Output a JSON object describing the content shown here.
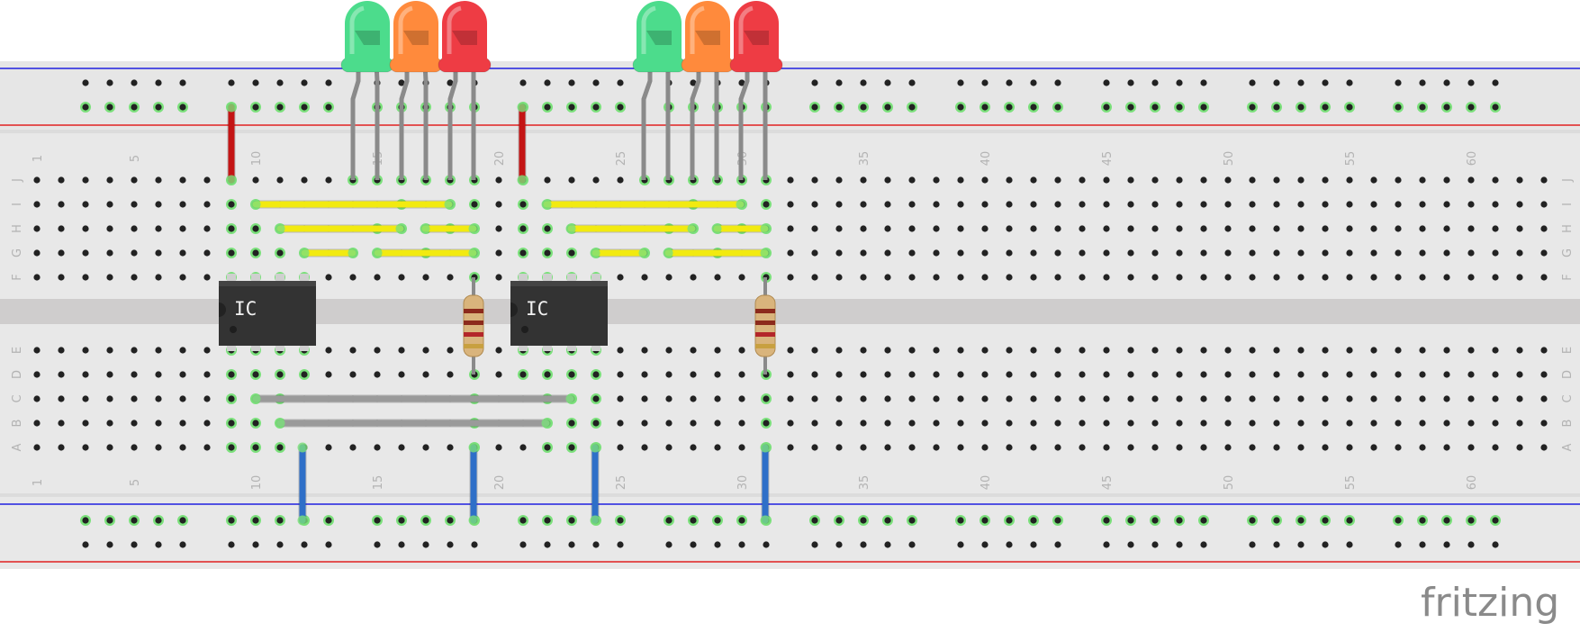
{
  "logo_text": "fritzing",
  "column_numbers": [
    "1",
    "5",
    "10",
    "15",
    "20",
    "25",
    "30",
    "35",
    "40",
    "45",
    "50",
    "55",
    "60"
  ],
  "row_letters_top": [
    "J",
    "I",
    "H",
    "G",
    "F"
  ],
  "row_letters_bottom": [
    "E",
    "D",
    "C",
    "B",
    "A"
  ],
  "ics": [
    {
      "label": "IC"
    },
    {
      "label": "IC"
    }
  ],
  "colors": {
    "board": "#e8e8e8",
    "channel": "#cfcdcd",
    "rail_red": "#e02020",
    "rail_blue": "#2020e0",
    "hole": "#222222",
    "hole_glow": "#7be07b",
    "wire_red": "#c41414",
    "wire_blue": "#2e6fc8",
    "wire_yellow": "#f2ea10",
    "wire_gray": "#9a9a9a",
    "led_green": "#4cdc8c",
    "led_orange": "#ff8a3c",
    "led_red": "#ee3c44",
    "ic_body": "#333333"
  },
  "leds": [
    {
      "color": "green"
    },
    {
      "color": "orange"
    },
    {
      "color": "red"
    },
    {
      "color": "green"
    },
    {
      "color": "orange"
    },
    {
      "color": "red"
    }
  ],
  "resistors": [
    {
      "name": "resistor-1"
    },
    {
      "name": "resistor-2"
    }
  ],
  "wires": {
    "red": 2,
    "blue": 4,
    "yellow": 10,
    "gray": 2
  }
}
